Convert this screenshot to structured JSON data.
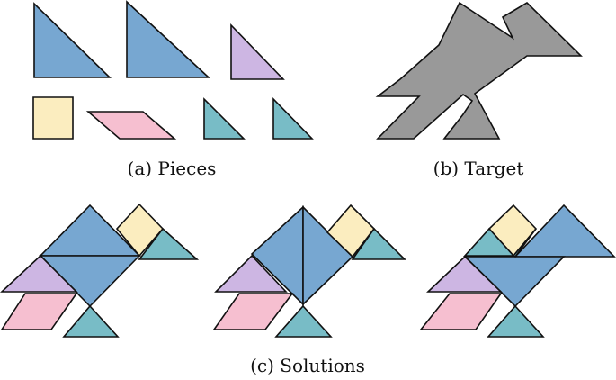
{
  "captions": {
    "pieces": "(a) Pieces",
    "target": "(b) Target",
    "solutions": "(c) Solutions"
  },
  "colors": {
    "large_triangle": "#77a7d1",
    "medium_triangle": "#cdb6e3",
    "square": "#fbedbf",
    "parallelogram": "#f6bfd0",
    "small_triangle": "#78bcc6",
    "target": "#999999",
    "outline": "#111111"
  }
}
